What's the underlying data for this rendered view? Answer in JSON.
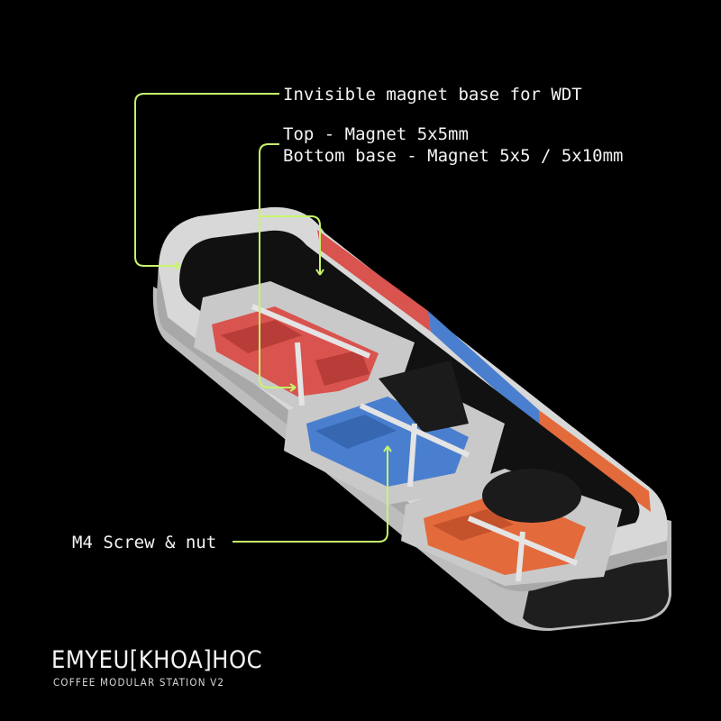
{
  "callouts": {
    "wdt": "Invisible magnet base for WDT",
    "top_magnet": "Top - Magnet 5x5mm",
    "bottom_magnet": "Bottom base - Magnet 5x5 / 5x10mm",
    "screw": "M4 Screw & nut"
  },
  "brand": {
    "name": "EMYEU[KHOA]HOC",
    "subtitle": "COFFEE MODULAR STATION V2"
  },
  "colors": {
    "background": "#000000",
    "leader_line": "#c7f56a",
    "frame": "#dcdcdc",
    "red_module": "#d9534f",
    "blue_module": "#4a7fcf",
    "orange_module": "#e36a3b"
  }
}
